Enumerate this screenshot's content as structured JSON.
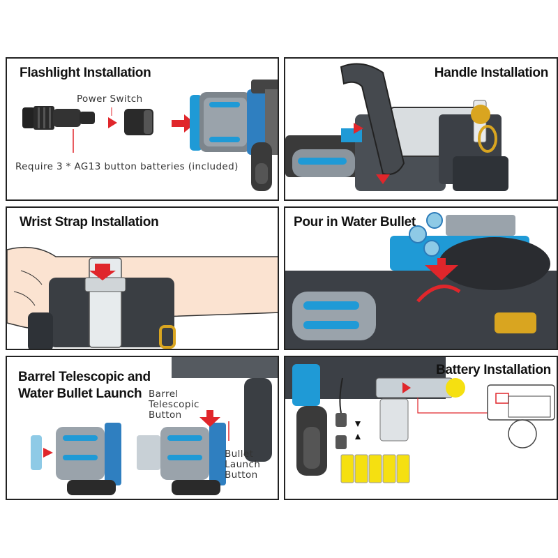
{
  "panels": {
    "flashlight": {
      "title": "Flashlight Installation",
      "power_switch": "Power Switch",
      "battery_note": "Require 3 * AG13 button batteries (included)"
    },
    "handle": {
      "title": "Handle Installation"
    },
    "wrist_strap": {
      "title": "Wrist Strap Installation"
    },
    "water_bullet": {
      "title": "Pour in Water Bullet"
    },
    "barrel": {
      "title_line1": "Barrel Telescopic and",
      "title_line2": "Water Bullet Launch",
      "telescopic_button": [
        "Barrel",
        "Telescopic",
        "Button"
      ],
      "launch_button": [
        "Bullet",
        "Launch",
        "Button"
      ]
    },
    "battery": {
      "title": "Battery Installation"
    }
  },
  "colors": {
    "accent_red": "#e0262b",
    "barrel_blue": "#1f9ad6",
    "gun_gray": "#555a60",
    "battery_yellow": "#f5e011",
    "brass": "#d9a520"
  },
  "icons": [
    "arrow-icon",
    "flashlight-icon",
    "water-gun-icon",
    "arm-icon",
    "water-bullet-icon",
    "battery-icon"
  ]
}
